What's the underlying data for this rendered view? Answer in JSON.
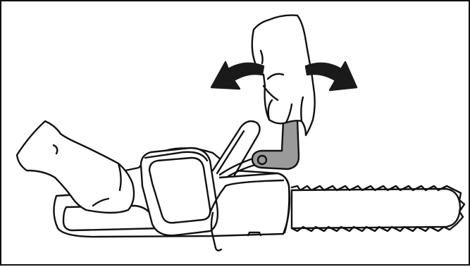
{
  "figure": {
    "subject": "chainsaw-hand-guard-illustration",
    "colors": {
      "outline": "#111111",
      "background": "#ffffff",
      "highlight_lever": "#9a9a9a",
      "arrows": "#1a1a1a"
    },
    "icons": [
      "gloved-hand-icon",
      "gloved-foot-icon",
      "chainsaw-body",
      "hand-guard-lever",
      "guide-bar-with-chain",
      "rotation-arrow-left-icon",
      "rotation-arrow-right-icon"
    ]
  }
}
